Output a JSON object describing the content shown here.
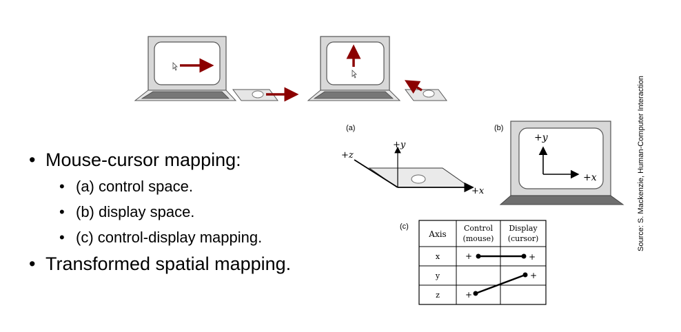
{
  "panel_labels": {
    "a": "(a)",
    "b": "(b)",
    "c": "(c)"
  },
  "axes": {
    "plus_z": "+z",
    "plus_y": "+y",
    "plus_x": "+x"
  },
  "bullets": {
    "b1": "Mouse-cursor mapping:",
    "b1a": "(a) control space.",
    "b1b": "(b) display space.",
    "b1c": "(c) control-display mapping.",
    "b2": "Transformed spatial mapping."
  },
  "table": {
    "header_axis": "Axis",
    "header_control_1": "Control",
    "header_control_2": "(mouse)",
    "header_display_1": "Display",
    "header_display_2": "(cursor)",
    "rows": [
      "x",
      "y",
      "z"
    ],
    "plus": "+"
  },
  "source": "Source: S. Mackenzie, Human-Computer Interaction",
  "colors": {
    "arrow": "#8b0000",
    "frame": "#d8d8d8",
    "keyboard": "#7a7a7a"
  }
}
